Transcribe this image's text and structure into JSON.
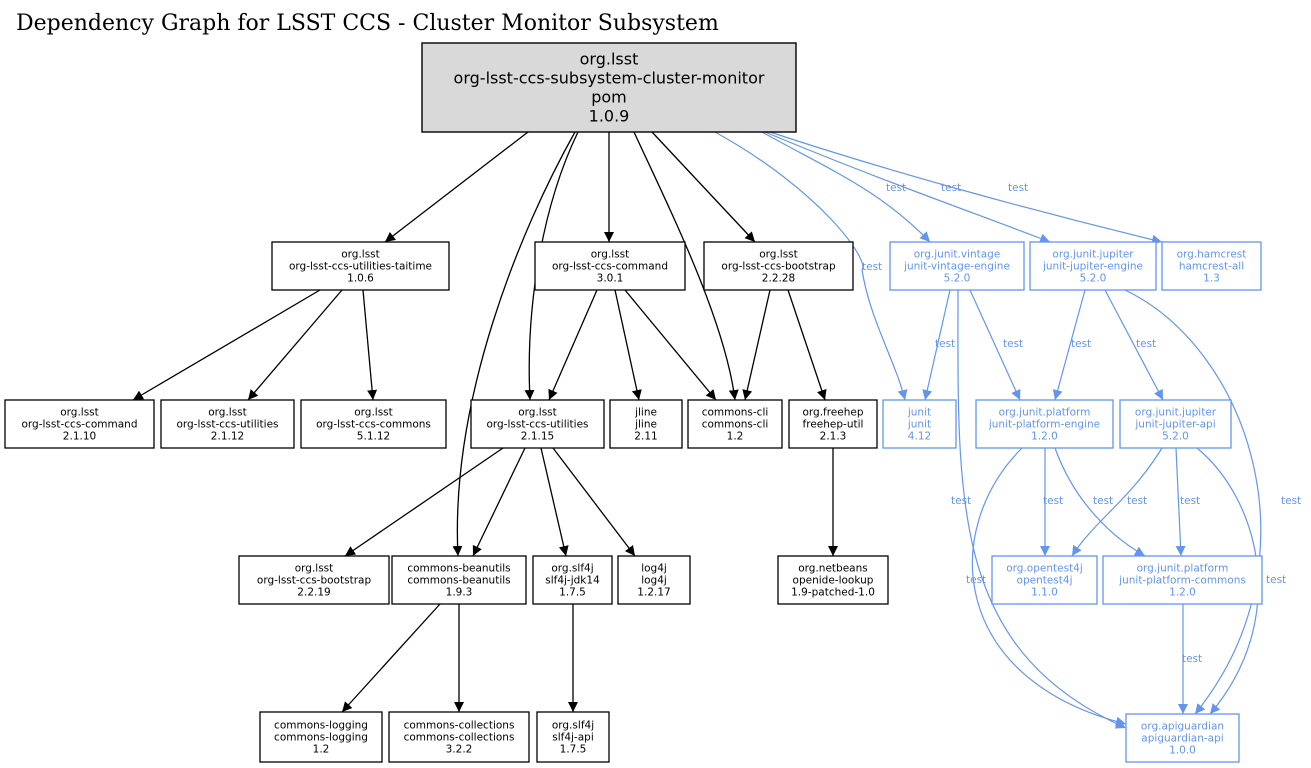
{
  "title": "Dependency Graph for LSST CCS - Cluster Monitor Subsystem",
  "colors": {
    "compile": "#000000",
    "test": "#6495ed",
    "root_fill": "#d9d9d9",
    "node_fill": "#ffffff"
  },
  "nodes": [
    {
      "id": "root",
      "lines": [
        "org.lsst",
        "org-lsst-ccs-subsystem-cluster-monitor",
        "pom",
        "1.0.9"
      ],
      "scope": "root"
    },
    {
      "id": "taitime",
      "lines": [
        "org.lsst",
        "org-lsst-ccs-utilities-taitime",
        "1.0.6"
      ],
      "scope": "compile"
    },
    {
      "id": "command301",
      "lines": [
        "org.lsst",
        "org-lsst-ccs-command",
        "3.0.1"
      ],
      "scope": "compile"
    },
    {
      "id": "bootstrap2228",
      "lines": [
        "org.lsst",
        "org-lsst-ccs-bootstrap",
        "2.2.28"
      ],
      "scope": "compile"
    },
    {
      "id": "vintage",
      "lines": [
        "org.junit.vintage",
        "junit-vintage-engine",
        "5.2.0"
      ],
      "scope": "test"
    },
    {
      "id": "jupiterengine",
      "lines": [
        "org.junit.jupiter",
        "junit-jupiter-engine",
        "5.2.0"
      ],
      "scope": "test"
    },
    {
      "id": "hamcrest",
      "lines": [
        "org.hamcrest",
        "hamcrest-all",
        "1.3"
      ],
      "scope": "test"
    },
    {
      "id": "command2110",
      "lines": [
        "org.lsst",
        "org-lsst-ccs-command",
        "2.1.10"
      ],
      "scope": "compile"
    },
    {
      "id": "utilities2112",
      "lines": [
        "org.lsst",
        "org-lsst-ccs-utilities",
        "2.1.12"
      ],
      "scope": "compile"
    },
    {
      "id": "commons5112",
      "lines": [
        "org.lsst",
        "org-lsst-ccs-commons",
        "5.1.12"
      ],
      "scope": "compile"
    },
    {
      "id": "utilities2115",
      "lines": [
        "org.lsst",
        "org-lsst-ccs-utilities",
        "2.1.15"
      ],
      "scope": "compile"
    },
    {
      "id": "jline",
      "lines": [
        "jline",
        "jline",
        "2.11"
      ],
      "scope": "compile"
    },
    {
      "id": "commonscli",
      "lines": [
        "commons-cli",
        "commons-cli",
        "1.2"
      ],
      "scope": "compile"
    },
    {
      "id": "freehep",
      "lines": [
        "org.freehep",
        "freehep-util",
        "2.1.3"
      ],
      "scope": "compile"
    },
    {
      "id": "junit",
      "lines": [
        "junit",
        "junit",
        "4.12"
      ],
      "scope": "test"
    },
    {
      "id": "platformengine",
      "lines": [
        "org.junit.platform",
        "junit-platform-engine",
        "1.2.0"
      ],
      "scope": "test"
    },
    {
      "id": "jupiterapi",
      "lines": [
        "org.junit.jupiter",
        "junit-jupiter-api",
        "5.2.0"
      ],
      "scope": "test"
    },
    {
      "id": "bootstrap2219",
      "lines": [
        "org.lsst",
        "org-lsst-ccs-bootstrap",
        "2.2.19"
      ],
      "scope": "compile"
    },
    {
      "id": "beanutils",
      "lines": [
        "commons-beanutils",
        "commons-beanutils",
        "1.9.3"
      ],
      "scope": "compile"
    },
    {
      "id": "slf4jjdk14",
      "lines": [
        "org.slf4j",
        "slf4j-jdk14",
        "1.7.5"
      ],
      "scope": "compile"
    },
    {
      "id": "log4j",
      "lines": [
        "log4j",
        "log4j",
        "1.2.17"
      ],
      "scope": "compile"
    },
    {
      "id": "openide",
      "lines": [
        "org.netbeans",
        "openide-lookup",
        "1.9-patched-1.0"
      ],
      "scope": "compile"
    },
    {
      "id": "opentest4j",
      "lines": [
        "org.opentest4j",
        "opentest4j",
        "1.1.0"
      ],
      "scope": "test"
    },
    {
      "id": "platformcommons",
      "lines": [
        "org.junit.platform",
        "junit-platform-commons",
        "1.2.0"
      ],
      "scope": "test"
    },
    {
      "id": "commonslogging",
      "lines": [
        "commons-logging",
        "commons-logging",
        "1.2"
      ],
      "scope": "compile"
    },
    {
      "id": "commonscollections",
      "lines": [
        "commons-collections",
        "commons-collections",
        "3.2.2"
      ],
      "scope": "compile"
    },
    {
      "id": "slf4japi",
      "lines": [
        "org.slf4j",
        "slf4j-api",
        "1.7.5"
      ],
      "scope": "compile"
    },
    {
      "id": "apiguardian",
      "lines": [
        "org.apiguardian",
        "apiguardian-api",
        "1.0.0"
      ],
      "scope": "test"
    }
  ],
  "edges": [
    {
      "from": "root",
      "to": "taitime",
      "label": ""
    },
    {
      "from": "root",
      "to": "command301",
      "label": ""
    },
    {
      "from": "root",
      "to": "bootstrap2228",
      "label": ""
    },
    {
      "from": "root",
      "to": "utilities2115",
      "label": ""
    },
    {
      "from": "root",
      "to": "beanutils",
      "label": ""
    },
    {
      "from": "root",
      "to": "commonscli",
      "label": ""
    },
    {
      "from": "root",
      "to": "junit",
      "label": "test"
    },
    {
      "from": "root",
      "to": "vintage",
      "label": "test"
    },
    {
      "from": "root",
      "to": "jupiterengine",
      "label": "test"
    },
    {
      "from": "root",
      "to": "hamcrest",
      "label": "test"
    },
    {
      "from": "taitime",
      "to": "command2110",
      "label": ""
    },
    {
      "from": "taitime",
      "to": "utilities2112",
      "label": ""
    },
    {
      "from": "taitime",
      "to": "commons5112",
      "label": ""
    },
    {
      "from": "command301",
      "to": "utilities2115",
      "label": ""
    },
    {
      "from": "command301",
      "to": "jline",
      "label": ""
    },
    {
      "from": "command301",
      "to": "commonscli",
      "label": ""
    },
    {
      "from": "bootstrap2228",
      "to": "commonscli",
      "label": ""
    },
    {
      "from": "bootstrap2228",
      "to": "freehep",
      "label": ""
    },
    {
      "from": "vintage",
      "to": "junit",
      "label": "test"
    },
    {
      "from": "vintage",
      "to": "platformengine",
      "label": "test"
    },
    {
      "from": "vintage",
      "to": "apiguardian",
      "label": "test"
    },
    {
      "from": "jupiterengine",
      "to": "platformengine",
      "label": "test"
    },
    {
      "from": "jupiterengine",
      "to": "jupiterapi",
      "label": "test"
    },
    {
      "from": "jupiterengine",
      "to": "apiguardian",
      "label": "test"
    },
    {
      "from": "utilities2115",
      "to": "bootstrap2219",
      "label": ""
    },
    {
      "from": "utilities2115",
      "to": "beanutils",
      "label": ""
    },
    {
      "from": "utilities2115",
      "to": "slf4jjdk14",
      "label": ""
    },
    {
      "from": "utilities2115",
      "to": "log4j",
      "label": ""
    },
    {
      "from": "freehep",
      "to": "openide",
      "label": ""
    },
    {
      "from": "platformengine",
      "to": "opentest4j",
      "label": "test"
    },
    {
      "from": "platformengine",
      "to": "platformcommons",
      "label": "test"
    },
    {
      "from": "platformengine",
      "to": "apiguardian",
      "label": "test"
    },
    {
      "from": "jupiterapi",
      "to": "opentest4j",
      "label": "test"
    },
    {
      "from": "jupiterapi",
      "to": "platformcommons",
      "label": "test"
    },
    {
      "from": "jupiterapi",
      "to": "apiguardian",
      "label": "test"
    },
    {
      "from": "beanutils",
      "to": "commonslogging",
      "label": ""
    },
    {
      "from": "beanutils",
      "to": "commonscollections",
      "label": ""
    },
    {
      "from": "slf4jjdk14",
      "to": "slf4japi",
      "label": ""
    },
    {
      "from": "platformcommons",
      "to": "apiguardian",
      "label": "test"
    }
  ]
}
